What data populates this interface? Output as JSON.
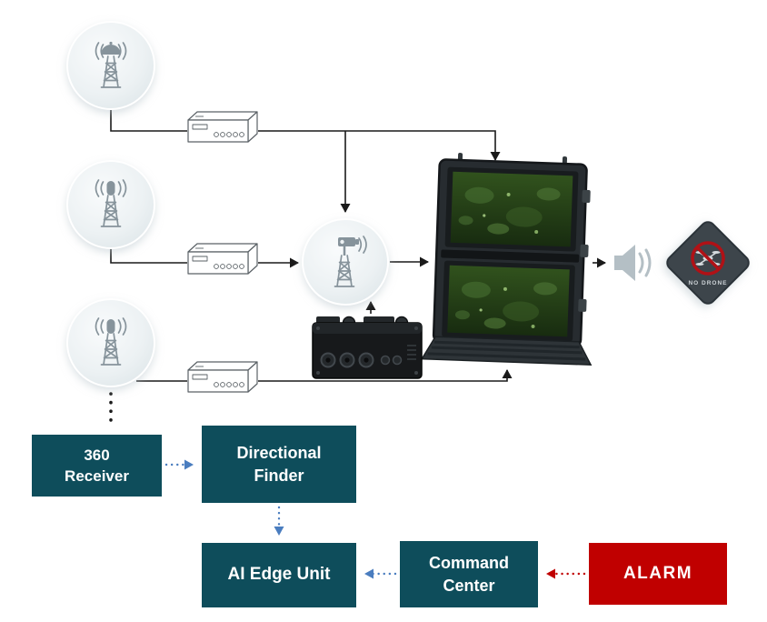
{
  "diagram": {
    "nodes": {
      "receiver360": {
        "line1": "360",
        "line2": "Receiver"
      },
      "directionalFinder": {
        "line1": "Directional",
        "line2": "Finder"
      },
      "aiEdgeUnit": {
        "label": "AI Edge Unit"
      },
      "commandCenter": {
        "line1": "Command",
        "line2": "Center"
      },
      "alarm": {
        "label": "ALARM"
      }
    },
    "sign": {
      "label": "NO DRONE"
    },
    "icons": {
      "sensor1": "dome-antenna-tower-icon",
      "sensor2": "omni-antenna-tower-icon",
      "sensor3": "omni-antenna-tower-icon",
      "receiverUnit1": "receiver-unit-icon",
      "receiverUnit2": "receiver-unit-icon",
      "receiverUnit3": "receiver-unit-icon",
      "cameraTower": "camera-tower-icon",
      "workstation": "rugged-dual-screen-workstation-icon",
      "edgeComputer": "rugged-edge-computer-icon",
      "speaker": "loudspeaker-icon",
      "noDroneSign": "no-drone-sign-icon"
    },
    "colors": {
      "nodeTeal": "#0E4D5B",
      "alarmRed": "#C00000",
      "blueArrow": "#4A7DBF",
      "redArrow": "#C00000",
      "lineBlack": "#1A1A1A"
    }
  }
}
